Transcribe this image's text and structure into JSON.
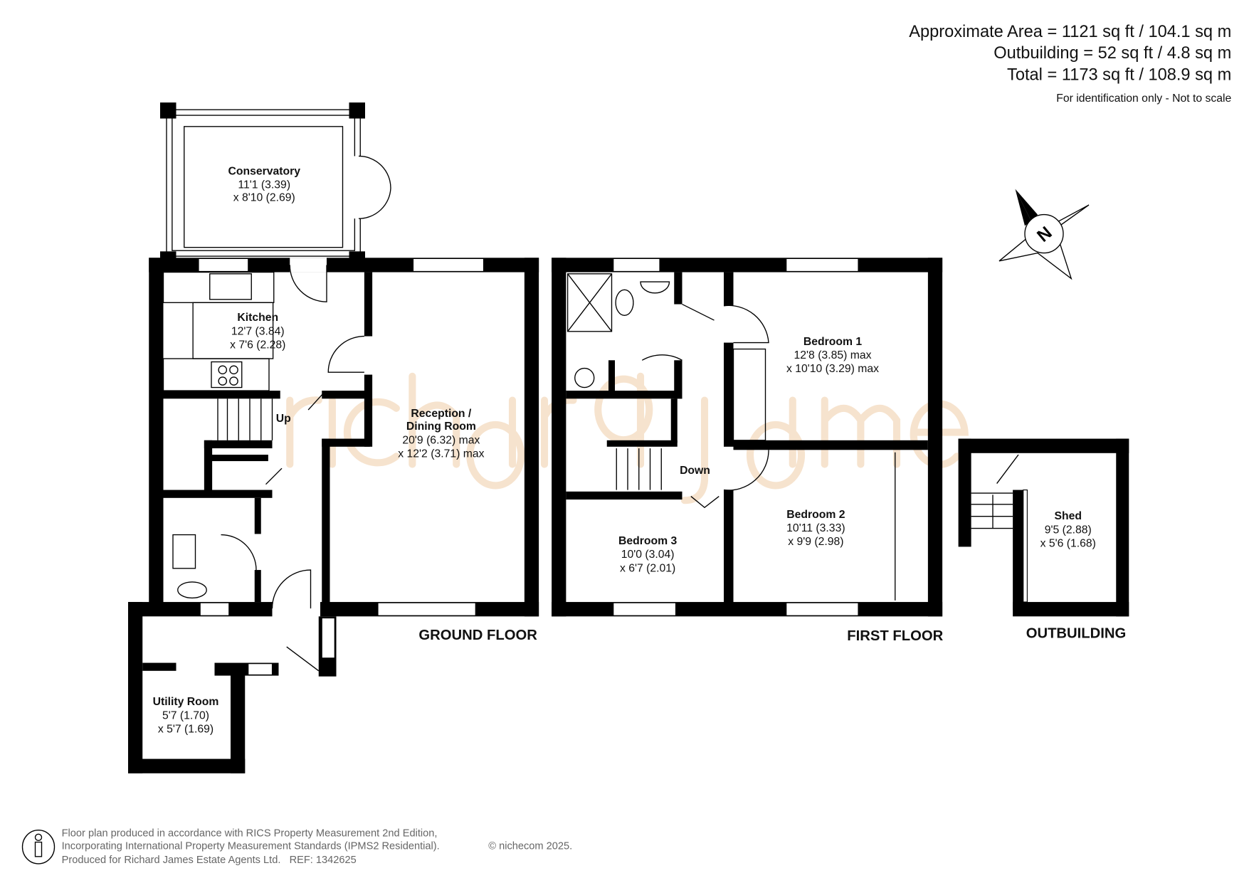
{
  "areas": {
    "approximate": "Approximate Area = 1121 sq ft / 104.1 sq m",
    "outbuilding": "Outbuilding = 52 sq ft / 4.8 sq m",
    "total": "Total = 1173 sq ft / 108.9 sq m",
    "note": "For identification only - Not to scale"
  },
  "watermark": "richard james",
  "compass": {
    "label": "N"
  },
  "floors": {
    "ground": "GROUND FLOOR",
    "first": "FIRST FLOOR",
    "outbuilding": "OUTBUILDING"
  },
  "rooms": {
    "conservatory": {
      "name": "Conservatory",
      "d1": "11'1 (3.39)",
      "d2": "x 8'10 (2.69)"
    },
    "kitchen": {
      "name": "Kitchen",
      "d1": "12'7 (3.84)",
      "d2": "x 7'6 (2.28)"
    },
    "reception": {
      "name1": "Reception /",
      "name2": "Dining Room",
      "d1": "20'9 (6.32) max",
      "d2": "x 12'2 (3.71) max"
    },
    "utility": {
      "name": "Utility Room",
      "d1": "5'7 (1.70)",
      "d2": "x 5'7 (1.69)"
    },
    "bedroom1": {
      "name": "Bedroom 1",
      "d1": "12'8 (3.85) max",
      "d2": "x 10'10 (3.29) max"
    },
    "bedroom2": {
      "name": "Bedroom 2",
      "d1": "10'11 (3.33)",
      "d2": "x 9'9 (2.98)"
    },
    "bedroom3": {
      "name": "Bedroom 3",
      "d1": "10'0 (3.04)",
      "d2": "x 6'7 (2.01)"
    },
    "shed": {
      "name": "Shed",
      "d1": "9'5 (2.88)",
      "d2": "x 5'6 (1.68)"
    }
  },
  "stairs": {
    "up": "Up",
    "down": "Down"
  },
  "footer": {
    "line1": "Floor plan produced in accordance with RICS Property Measurement 2nd Edition,",
    "line2": "Incorporating International Property Measurement Standards (IPMS2 Residential).",
    "copyright": "© nichecom 2025.",
    "line3": "Produced for Richard James Estate Agents Ltd.   REF: 1342625"
  }
}
